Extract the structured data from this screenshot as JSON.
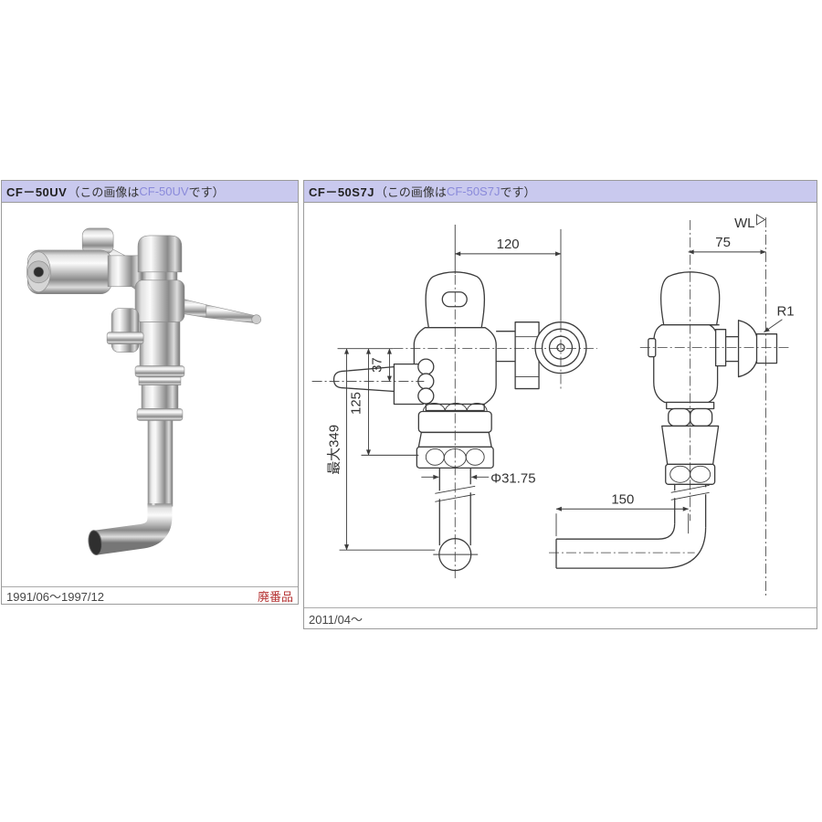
{
  "colors": {
    "header_background": "#c9c9ee",
    "caption_link": "#8a8ada",
    "status_red": "#b53333",
    "panel_border": "#9b9b9b",
    "drawing_line": "#3c3c3c"
  },
  "left_panel": {
    "model": "CF－50UV",
    "caption_prefix": "（この画像は",
    "caption_model": "CF-50UV",
    "caption_suffix": "です）",
    "period": "1991/06～1997/12",
    "status": "廃番品"
  },
  "right_panel": {
    "model": "CF－50S7J",
    "caption_prefix": "（この画像は",
    "caption_model": "CF-50S7J",
    "caption_suffix": "です）",
    "period": "2011/04～",
    "diagram": {
      "labels": {
        "width_top": "120",
        "wall_offset": "75",
        "wall_line": "WL",
        "radius": "R1",
        "lever_offset": "37",
        "spud_height": "125",
        "max_height": "最大349",
        "pipe_diameter": "Φ31.75",
        "bottom_length": "150"
      }
    }
  }
}
